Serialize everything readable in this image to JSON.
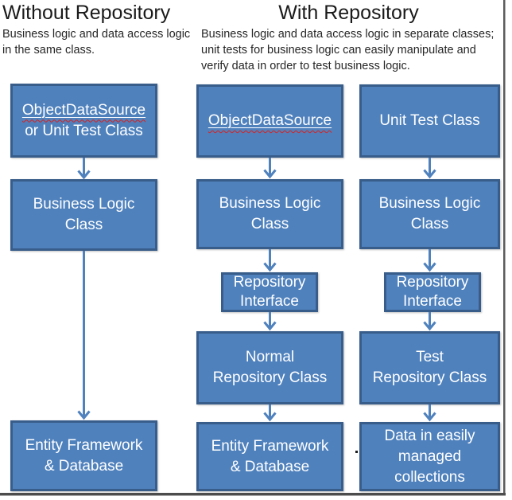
{
  "header_left": {
    "title": "Without Repository",
    "subtitle_lines": [
      "Business logic and data access logic",
      "in the same class."
    ]
  },
  "header_right": {
    "title": "With Repository",
    "subtitle_lines": [
      "Business logic and data access logic in separate classes;",
      "unit tests for business logic can easily manipulate and",
      "verify data in order to test business logic."
    ]
  },
  "colors": {
    "box_fill": "#4f81bd",
    "box_border": "#385d8a",
    "arrow": "#4f81bd",
    "spellcheck_squiggle": "#dd1f1a",
    "title_text": "#1a1a1a",
    "box_text": "#ffffff"
  },
  "boxes": {
    "l1": {
      "lines": [
        "ObjectDataSource",
        "or Unit Test Class"
      ],
      "spellchecked_word": "ObjectDataSource"
    },
    "l2": {
      "lines": [
        "Business Logic",
        "Class"
      ]
    },
    "l3": {
      "lines": [
        "Entity Framework",
        "& Database"
      ]
    },
    "m1": {
      "lines": [
        "ObjectDataSource"
      ],
      "spellchecked_word": "ObjectDataSource"
    },
    "m2": {
      "lines": [
        "Business Logic",
        "Class"
      ]
    },
    "m3": {
      "lines": [
        "Repository",
        "Interface"
      ]
    },
    "m4": {
      "lines": [
        "Normal",
        "Repository Class"
      ]
    },
    "m5": {
      "lines": [
        "Entity Framework",
        "& Database"
      ]
    },
    "r1": {
      "lines": [
        "Unit Test Class"
      ]
    },
    "r2": {
      "lines": [
        "Business Logic",
        "Class"
      ]
    },
    "r3": {
      "lines": [
        "Repository",
        "Interface"
      ]
    },
    "r4": {
      "lines": [
        "Test",
        "Repository Class"
      ]
    },
    "r5": {
      "lines": [
        "Data in easily",
        "managed",
        "collections"
      ]
    }
  }
}
